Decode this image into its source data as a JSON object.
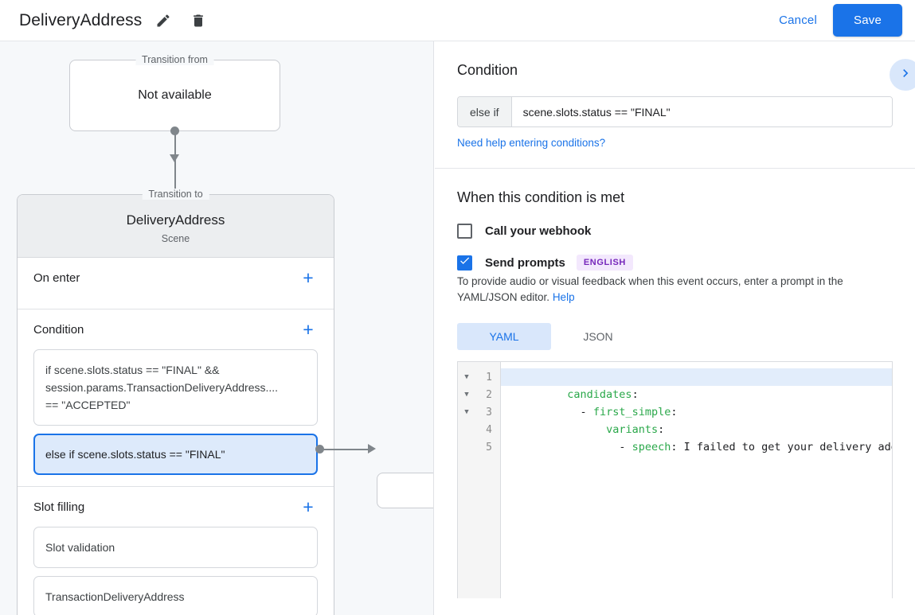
{
  "topbar": {
    "title": "DeliveryAddress",
    "edit_icon": "pencil-icon",
    "delete_icon": "trash-icon",
    "cancel_label": "Cancel",
    "save_label": "Save",
    "accent_color": "#1a73e8"
  },
  "graph": {
    "from": {
      "legend": "Transition from",
      "main": "Not available"
    },
    "to": {
      "legend": "Transition to",
      "title": "DeliveryAddress",
      "subtitle": "Scene",
      "sections": [
        {
          "title": "On enter",
          "add_label": "+",
          "items": []
        },
        {
          "title": "Condition",
          "add_label": "+",
          "items": [
            {
              "lines": [
                "if scene.slots.status == \"FINAL\" &&",
                "session.params.TransactionDeliveryAddress....",
                "== \"ACCEPTED\""
              ],
              "selected": false
            },
            {
              "lines": [
                "else if scene.slots.status == \"FINAL\""
              ],
              "selected": true
            }
          ]
        },
        {
          "title": "Slot filling",
          "add_label": "+",
          "items": [
            {
              "lines": [
                "Slot validation"
              ],
              "selected": false
            },
            {
              "lines": [
                "TransactionDeliveryAddress"
              ],
              "selected": false
            }
          ]
        }
      ]
    }
  },
  "detail": {
    "condition": {
      "heading": "Condition",
      "prefix": "else if",
      "value": "scene.slots.status == \"FINAL\"",
      "help_link": "Need help entering conditions?",
      "expand_icon": "chevron-right-icon"
    },
    "when_met": {
      "heading": "When this condition is met",
      "webhook": {
        "label": "Call your webhook",
        "checked": false
      },
      "prompts": {
        "label": "Send prompts",
        "checked": true,
        "badge": "ENGLISH",
        "badge_color": "#7627bb"
      },
      "hint": "To provide audio or visual feedback when this event occurs, enter a prompt in the YAML/JSON editor.",
      "hint_link": "Help",
      "tabs": [
        {
          "label": "YAML",
          "active": true
        },
        {
          "label": "JSON",
          "active": false
        }
      ],
      "editor": {
        "line_numbers": [
          "1",
          "2",
          "3",
          "4",
          "5"
        ],
        "folds": [
          "▼",
          "▼",
          "▼",
          "",
          ""
        ],
        "lines": [
          {
            "key": "candidates",
            "punct": ":",
            "indent": "",
            "dash": "",
            "value": "",
            "highlighted": true
          },
          {
            "key": "first_simple",
            "punct": ":",
            "indent": "  ",
            "dash": "- ",
            "value": "",
            "highlighted": false
          },
          {
            "key": "variants",
            "punct": ":",
            "indent": "      ",
            "dash": "",
            "value": "",
            "highlighted": false
          },
          {
            "key": "speech",
            "punct": ":",
            "indent": "        ",
            "dash": "- ",
            "value": " I failed to get your delivery address",
            "highlighted": false
          },
          {
            "key": "",
            "punct": "",
            "indent": "",
            "dash": "",
            "value": "",
            "highlighted": false
          }
        ]
      }
    }
  }
}
